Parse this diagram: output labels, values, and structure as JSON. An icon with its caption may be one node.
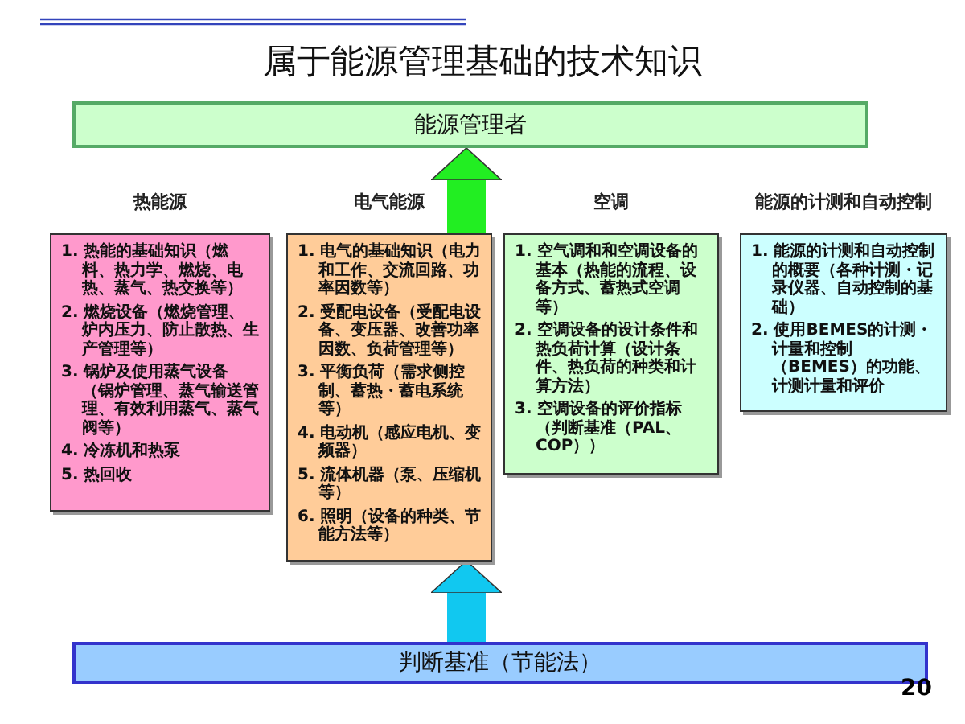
{
  "diagram": {
    "title": "属于能源管理基础的技术知识",
    "nodes": [
      {
        "text": [
          "能源管理者"
        ]
      },
      {
        "text": [
          "热能源",
          "1. 热能的基础知识（燃料、热力学、燃烧、电热、蒸气、热交换等）",
          "2. 燃烧设备（燃烧管理、炉内压力、防止散热、生产管理等）",
          "3. 锅炉及使用蒸气设备（锅炉管理、蒸气输送管理、有效利用蒸气、蒸气阀等）",
          "4. 冷冻机和热泵",
          "5. 热回收"
        ]
      },
      {
        "text": [
          "电气能源",
          "1. 电气的基础知识（电力和工作、交流回路、功率因数等）",
          "2. 受配电设备（受配电设备、变压器、改善功率因数、负荷管理等）",
          "3. 平衡负荷（需求侧控制、蓄热・蓄电系统等）",
          "4. 电动机（感应电机、变频器）",
          "5. 流体机器（泵、压缩机等）",
          "6. 照明（设备的种类、节能方法等）"
        ]
      },
      {
        "text": [
          "空调",
          "1. 空气调和和空调设备的基本（热能的流程、设备方式、蓄热式空调等）",
          "2. 空调设备的设计条件和热负荷计算（设计条件、热负荷的种类和计算方法）",
          "3. 空调设备的评价指标（判断基准（PAL、COP））"
        ]
      },
      {
        "text": [
          "能源的计测和自动控制",
          "1. 能源的计测和自动控制的概要（各种计测・记录仪器、自动控制的基础）",
          "2. 使用BEMES的计测・计量和控制（BEMES）的功能、计测计量和评价"
        ]
      },
      {
        "text": [
          "判断基准（节能法）"
        ]
      }
    ],
    "edges": [
      {
        "from": 2,
        "to": 0,
        "arrow": "to",
        "color": "#22ee22"
      },
      {
        "from": 5,
        "to": 2,
        "arrow": "to",
        "color": "#11c8f0"
      }
    ],
    "labels": [
      "20"
    ]
  }
}
